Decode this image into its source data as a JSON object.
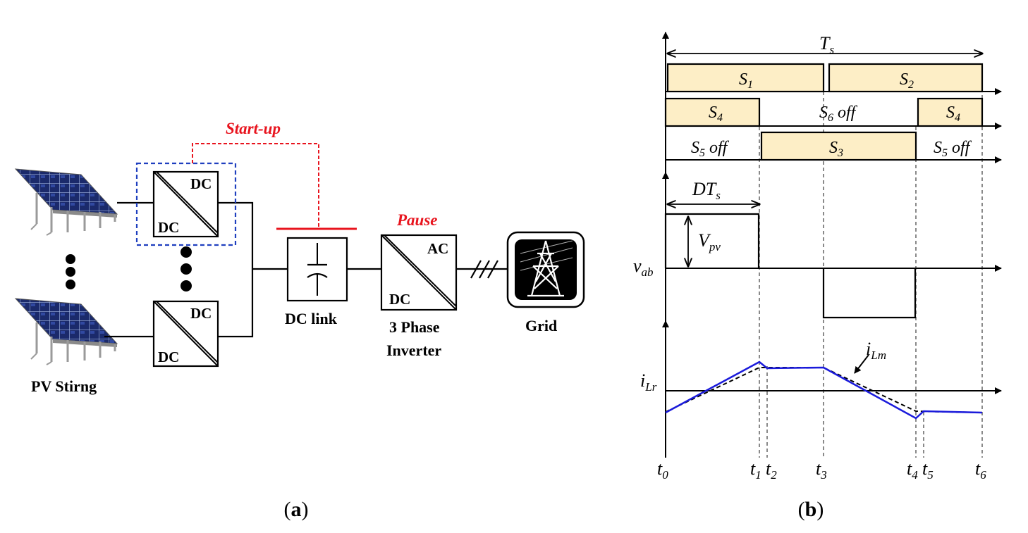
{
  "panel_a": {
    "caption_open": "(",
    "caption_letter": "a",
    "caption_close": ")",
    "pv_string_label": "PV Stirng",
    "dots_label": "●●●",
    "converter_top": {
      "top_right": "DC",
      "bottom_left": "DC"
    },
    "converter_bottom": {
      "top_right": "DC",
      "bottom_left": "DC"
    },
    "startup_label": "Start-up",
    "pause_label": "Pause",
    "dc_link_label": "DC link",
    "inverter": {
      "top_right": "AC",
      "bottom_left": "DC",
      "label_line1": "3 Phase",
      "label_line2": "Inverter"
    },
    "grid_label": "Grid",
    "colors": {
      "startup": "#e8141e",
      "selection_box": "#1f3fbf",
      "panel": "#1b2a6b"
    }
  },
  "panel_b": {
    "caption_open": "(",
    "caption_letter": "b",
    "caption_close": ")",
    "period": {
      "base": "T",
      "sub": "s"
    },
    "duty": {
      "base": "DT",
      "sub": "s"
    },
    "switch_row1": [
      {
        "base": "S",
        "sub": "1"
      },
      {
        "base": "S",
        "sub": "2"
      }
    ],
    "switch_row2": [
      {
        "base": "S",
        "sub": "4"
      },
      {
        "base": "S",
        "sub": "6",
        "suffix": " off"
      },
      {
        "base": "S",
        "sub": "4"
      }
    ],
    "switch_row3": [
      {
        "base": "S",
        "sub": "5",
        "suffix": " off"
      },
      {
        "base": "S",
        "sub": "3"
      },
      {
        "base": "S",
        "sub": "5",
        "suffix": " off"
      }
    ],
    "vab_label": {
      "base": "v",
      "sub": "ab"
    },
    "vpv_label": {
      "base": "V",
      "sub": "pv"
    },
    "ilr_label": {
      "base": "i",
      "sub": "Lr"
    },
    "ilm_label": {
      "base": "i",
      "sub": "Lm"
    },
    "time_labels": [
      {
        "base": "t",
        "sub": "0"
      },
      {
        "base": "t",
        "sub": "1"
      },
      {
        "base": "t",
        "sub": "2"
      },
      {
        "base": "t",
        "sub": "3"
      },
      {
        "base": "t",
        "sub": "4"
      },
      {
        "base": "t",
        "sub": "5"
      },
      {
        "base": "t",
        "sub": "6"
      }
    ],
    "colors": {
      "gate_fill": "#fdeec6",
      "ilr": "#1a1adb",
      "ilm": "#000000"
    }
  }
}
